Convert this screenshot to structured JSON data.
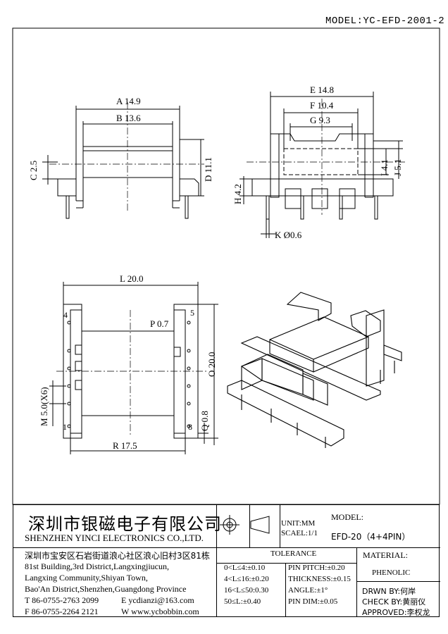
{
  "model_header": "MODEL:YC-EFD-2001-2",
  "dims": {
    "A": "A 14.9",
    "B": "B 13.6",
    "C": "C 2.5",
    "D": "D 11.1",
    "E": "E 14.8",
    "F": "F 10.4",
    "G": "G 9.3",
    "H": "H 4.2",
    "I": "I 4.1",
    "J": "J 5.1",
    "K": "K Ø0.6",
    "L": "L 20.0",
    "P": "P 0.7",
    "O": "O 20.0",
    "M": "M 5.0(X6)",
    "Q": "Q 0.8",
    "R": "R 17.5"
  },
  "pins": {
    "p4": "4",
    "p5": "5",
    "p1": "1",
    "p8": "8"
  },
  "company": {
    "name_cn": "深圳市银磁电子有限公司",
    "name_en": "SHENZHEN YINCI ELECTRONICS CO.,LTD.",
    "addr_cn": "深圳市宝安区石岩街道浪心社区浪心旧村3区81栋",
    "addr1": "81st Building,3rd District,Langxingjiucun,",
    "addr2": "Langxing Community,Shiyan Town,",
    "addr3": "Bao'An District,Shenzhen,Guangdong Province",
    "tel": "T 86-0755-2763 2099",
    "email": "E ycdianzi@163.com",
    "fax": "F 86-0755-2264 2121",
    "web": "W www.ycbobbin.com"
  },
  "unit": "UNIT:MM",
  "scale": "SCAEL:1/1",
  "model_label": "MODEL:",
  "model_value": "EFD-20（4+4PIN）",
  "tolerance_title": "TOLERANCE",
  "tol": [
    "0<L≤4:±0.10",
    "4<L≤16:±0.20",
    "16<L≤50:0.30",
    "50≤L:±0.40"
  ],
  "spec": [
    "PIN PITCH:±0.20",
    "THICKNESS:±0.15",
    "ANGLE:±1°",
    "PIN DIM:±0.05"
  ],
  "material_label": "MATERIAL:",
  "material_value": "PHENOLIC",
  "drwn": "DRWN BY:何岸",
  "check": "CHECK BY:黄丽仪",
  "approved": "APPROVED:李权龙"
}
